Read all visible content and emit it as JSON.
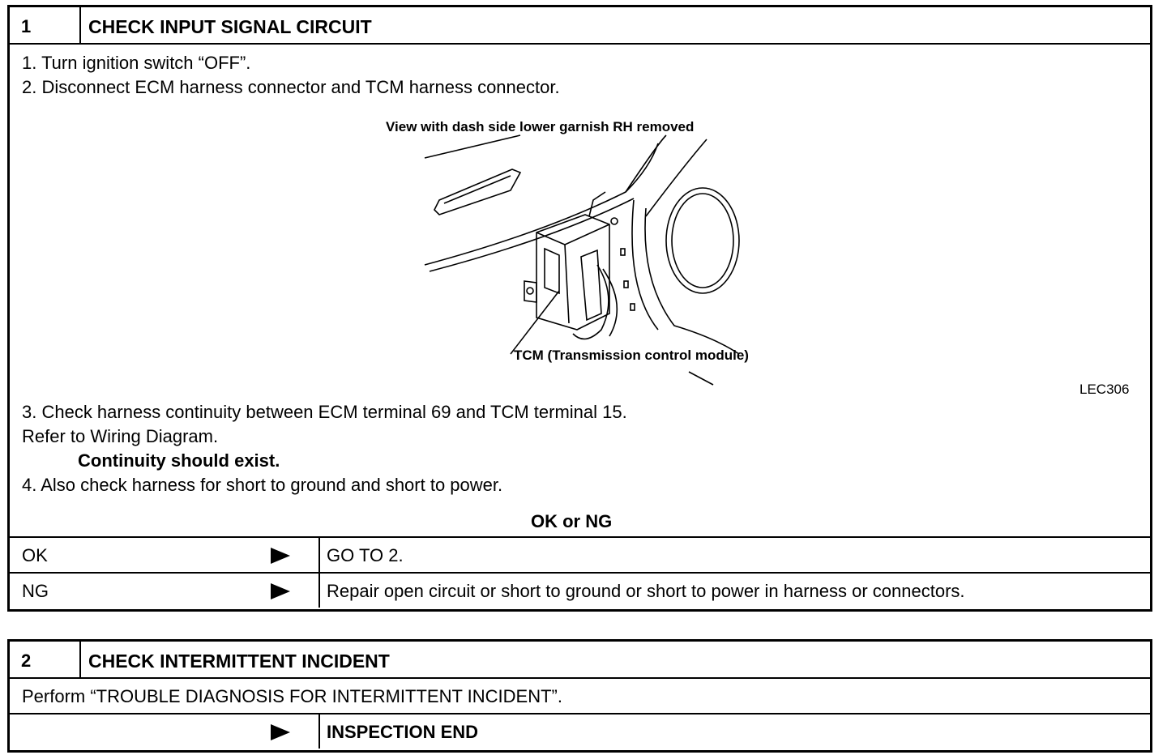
{
  "step1": {
    "number": "1",
    "title": "CHECK INPUT SIGNAL CIRCUIT",
    "instructions": [
      "1.  Turn ignition switch “OFF”.",
      "2.  Disconnect ECM harness connector and TCM harness connector."
    ],
    "figure": {
      "caption": "View with dash side lower garnish RH removed",
      "callout": "TCM (Transmission control module)",
      "figure_id": "LEC306"
    },
    "instructions2": [
      "3.  Check harness continuity between ECM terminal 69 and TCM terminal 15.",
      "     Refer to Wiring Diagram.",
      "4.  Also check harness for short to ground and short to power."
    ],
    "spec": "Continuity should exist.",
    "question": "OK or NG",
    "results": [
      {
        "label": "OK",
        "action": "GO TO 2."
      },
      {
        "label": "NG",
        "action": "Repair open circuit or short to ground or short to power in harness or connectors."
      }
    ]
  },
  "step2": {
    "number": "2",
    "title": "CHECK INTERMITTENT INCIDENT",
    "instruction": "Perform “TROUBLE DIAGNOSIS FOR INTERMITTENT INCIDENT”.",
    "result": {
      "label": "",
      "action": "INSPECTION END"
    }
  }
}
